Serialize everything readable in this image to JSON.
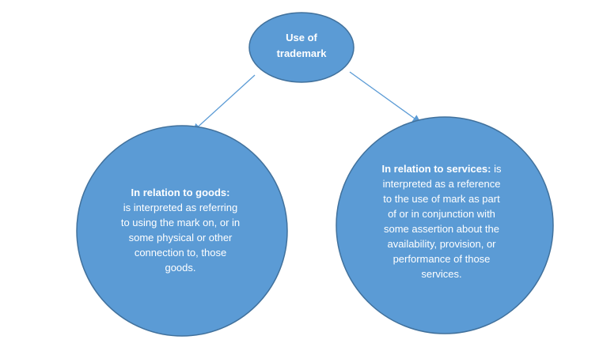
{
  "colors": {
    "node_fill": "#5b9bd5",
    "node_stroke": "#41719c",
    "arrow": "#5b9bd5",
    "text": "#ffffff"
  },
  "root": {
    "line1": "Use of",
    "line2": "trademark"
  },
  "goods": {
    "heading": "In relation to goods:",
    "lines": [
      "is interpreted as referring",
      "to using the mark on, or in",
      "some physical or other",
      "connection to, those",
      "goods."
    ]
  },
  "services": {
    "heading": "In relation to services:",
    "first_line_rest": " is",
    "lines": [
      "interpreted as a reference",
      "to the use of mark as part",
      "of or in conjunction with",
      "some assertion about the",
      "availability, provision, or",
      "performance of those",
      "services."
    ]
  }
}
